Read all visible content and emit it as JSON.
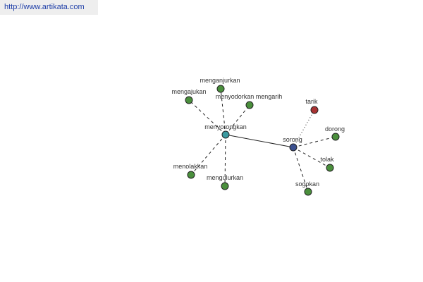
{
  "source": {
    "url": "http://www.artikata.com"
  },
  "colors": {
    "green": "#4a8f3c",
    "center": "#3a9aa0",
    "hub": "#3a4f8f",
    "antonym": "#a83232",
    "edge": "#222222"
  },
  "graph": {
    "nodes": [
      {
        "id": "menganjurkan",
        "label": "menganjurkan",
        "color": "green"
      },
      {
        "id": "mengajukan",
        "label": "mengajukan",
        "color": "green"
      },
      {
        "id": "menyodorkan",
        "label": "menyodorkan mengarih",
        "color": "green"
      },
      {
        "id": "menyorongkan",
        "label": "menyorongkan",
        "color": "center"
      },
      {
        "id": "menolakkan",
        "label": "menolakkan",
        "color": "green"
      },
      {
        "id": "mengulurkan",
        "label": "mengulurkan",
        "color": "green"
      },
      {
        "id": "sorong",
        "label": "sorong",
        "color": "hub"
      },
      {
        "id": "tarik",
        "label": "tarik",
        "color": "antonym"
      },
      {
        "id": "dorong",
        "label": "dorong",
        "color": "green"
      },
      {
        "id": "tolak",
        "label": "tolak",
        "color": "green"
      },
      {
        "id": "sogokan",
        "label": "sogokan",
        "color": "green"
      }
    ],
    "edges": [
      {
        "from": "menyorongkan",
        "to": "menganjurkan",
        "style": "dashed"
      },
      {
        "from": "menyorongkan",
        "to": "mengajukan",
        "style": "dashed"
      },
      {
        "from": "menyorongkan",
        "to": "menyodorkan",
        "style": "dashed"
      },
      {
        "from": "menyorongkan",
        "to": "menolakkan",
        "style": "dashed"
      },
      {
        "from": "menyorongkan",
        "to": "mengulurkan",
        "style": "dashed"
      },
      {
        "from": "menyorongkan",
        "to": "sorong",
        "style": "solid"
      },
      {
        "from": "sorong",
        "to": "tarik",
        "style": "dotted"
      },
      {
        "from": "sorong",
        "to": "dorong",
        "style": "dashed"
      },
      {
        "from": "sorong",
        "to": "tolak",
        "style": "dashed"
      },
      {
        "from": "sorong",
        "to": "sogokan",
        "style": "dashed"
      }
    ]
  }
}
